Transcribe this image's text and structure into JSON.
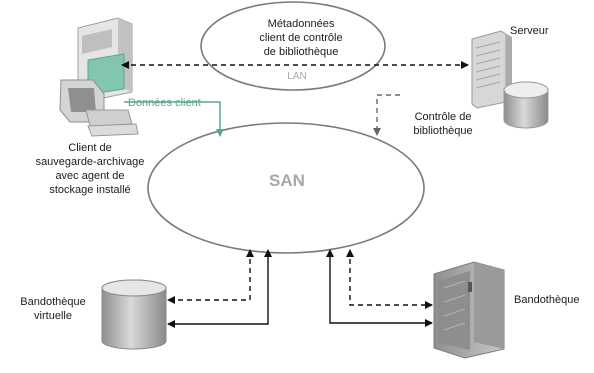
{
  "labels": {
    "metadata": "Métadonnées\nclient de contrôle\nde bibliothèque",
    "lan": "LAN",
    "san": "SAN",
    "client_data": "Données client",
    "client": "Client de\nsauvegarde-archivage\navec agent de\nstockage installé",
    "server": "Serveur",
    "library_control": "Contrôle de\nbibliothèque",
    "virtual_library": "Bandothèque\nvirtuelle",
    "tape_library": "Bandothèque"
  },
  "colors": {
    "client_data_arrow": "#5aa887",
    "network_outline": "#7a7a7a"
  }
}
